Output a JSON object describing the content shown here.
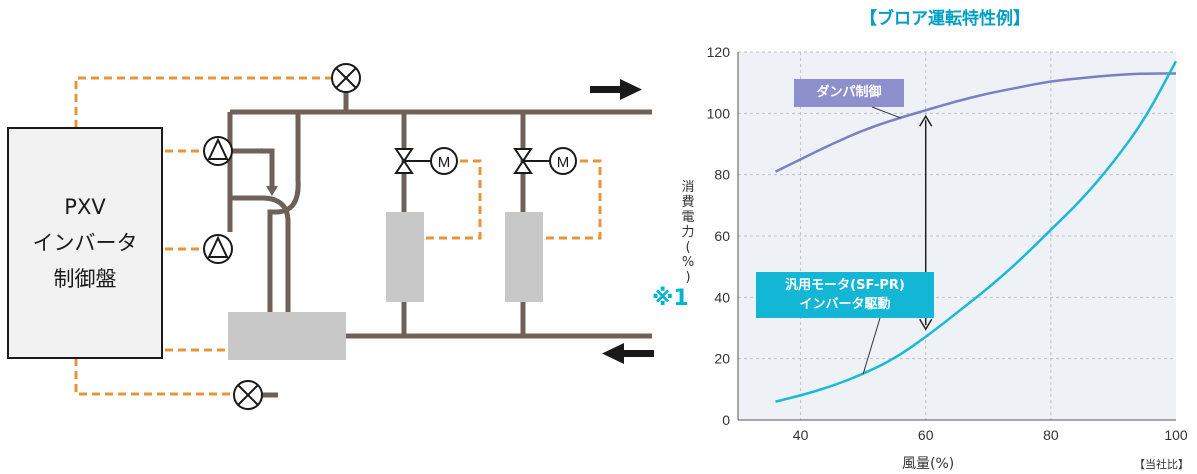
{
  "chart_title": "【ブロア運転特性例】",
  "panel": {
    "line1": "PXV",
    "line2": "インバータ",
    "line3": "制御盤"
  },
  "note_mark": "※1",
  "source_note": "【当社比】",
  "colors": {
    "pipe": "#6e6159",
    "signal": "#e8953a",
    "box": "#c8c8c8",
    "damper_curve": "#7b7fc3",
    "inverter_curve": "#1ab9d6",
    "plot_bg": "#eef2f6",
    "grid": "#bcc3cb"
  },
  "chart_data": {
    "type": "line",
    "xlabel": "風量(%)",
    "ylabel": "消費電力(%)",
    "xlim": [
      30,
      100
    ],
    "ylim": [
      0,
      120
    ],
    "x_ticks": [
      40,
      60,
      80,
      100
    ],
    "y_ticks": [
      0,
      20,
      40,
      60,
      80,
      100,
      120
    ],
    "grid": true,
    "series": [
      {
        "name": "ダンパ制御",
        "x": [
          36,
          40,
          45,
          50,
          55,
          60,
          65,
          70,
          75,
          80,
          85,
          90,
          95,
          100
        ],
        "y": [
          81,
          85,
          90,
          94.5,
          98,
          101,
          104,
          106.5,
          108.5,
          110.5,
          111.5,
          112.5,
          113,
          113
        ]
      },
      {
        "name": "汎用モータ(SF-PR)インバータ駆動",
        "x": [
          36,
          40,
          45,
          50,
          55,
          60,
          65,
          70,
          75,
          80,
          85,
          90,
          95,
          100
        ],
        "y": [
          6,
          8,
          11,
          15,
          20,
          27,
          35,
          43,
          52,
          62,
          72,
          84,
          98,
          117
        ]
      }
    ],
    "annotation": {
      "type": "double-arrow",
      "x": 60,
      "y_from": 101,
      "y_to": 27
    }
  },
  "callouts": {
    "damper": "ダンパ制御",
    "inverter_line1": "汎用モータ(SF-PR)",
    "inverter_line2": "インバータ駆動"
  }
}
